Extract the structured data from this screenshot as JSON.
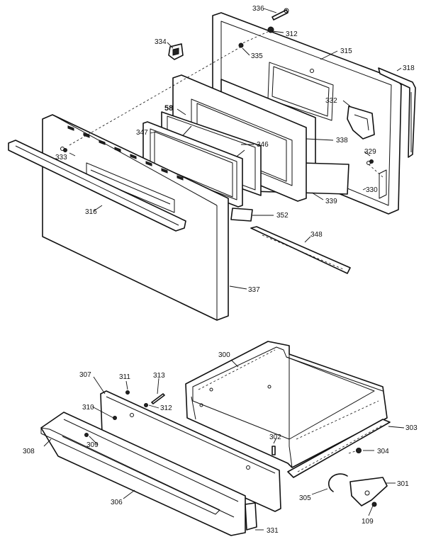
{
  "diagram": {
    "labels": {
      "p336": "336",
      "p312a": "312",
      "p334": "334",
      "p335": "335",
      "p315": "315",
      "p318": "318",
      "p58": "58",
      "p332": "332",
      "p347": "347",
      "p346": "346",
      "p338": "338",
      "p333": "333",
      "p329": "329",
      "p330": "330",
      "p339": "339",
      "p316": "316",
      "p352": "352",
      "p348": "348",
      "p337": "337",
      "p300": "300",
      "p307": "307",
      "p311": "311",
      "p313": "313",
      "p312b": "312",
      "p310": "310",
      "p303": "303",
      "p309": "309",
      "p302": "302",
      "p308": "308",
      "p304": "304",
      "p301": "301",
      "p305": "305",
      "p306": "306",
      "p109": "109",
      "p331": "331"
    }
  }
}
